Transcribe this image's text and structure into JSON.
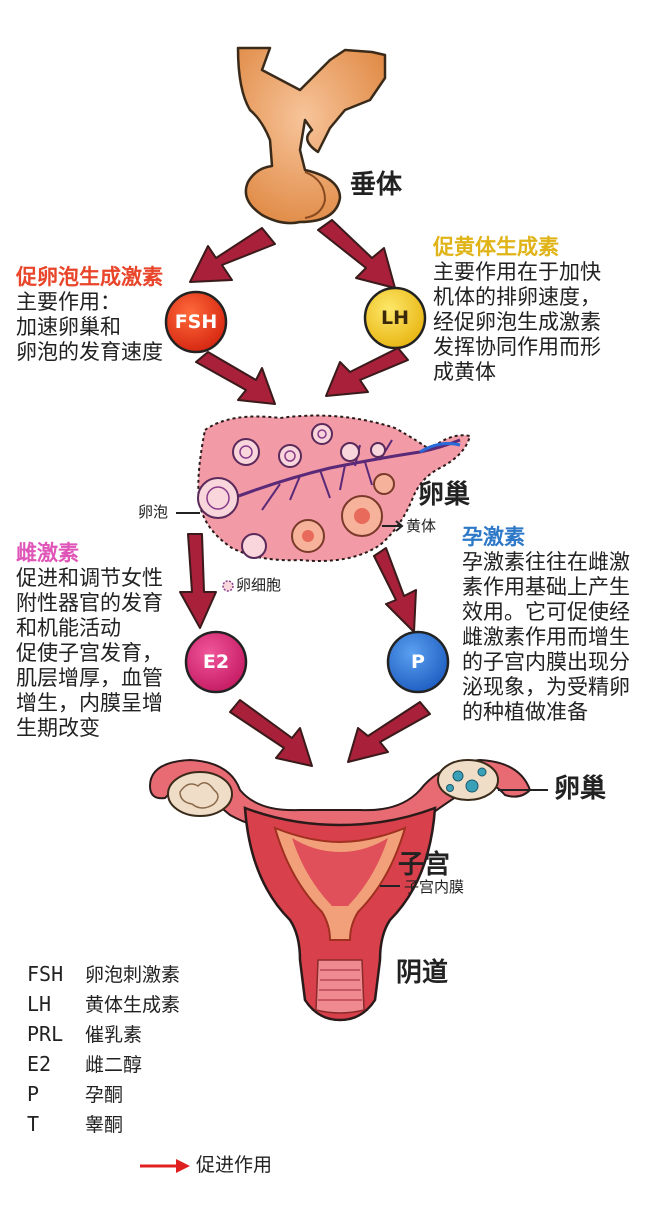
{
  "colors": {
    "fsh": "#e8381c",
    "lh": "#f2c81a",
    "e2": "#d8257a",
    "p": "#2c74d8",
    "title_fsh": "#e8452a",
    "title_lh": "#e0b418",
    "title_e2": "#e055b8",
    "title_p": "#2e78c8",
    "arrow": "#a8203a",
    "legend_arrow": "#e02020"
  },
  "organs": {
    "pituitary": "垂体",
    "ovary": "卵巢",
    "uterus": "子宫",
    "endometrium": "子宫内膜",
    "vagina": "阴道",
    "ovary_right": "卵巢"
  },
  "ovary_labels": {
    "follicle": "卵泡",
    "corpus_luteum": "黄体",
    "egg_cell": "卵细胞"
  },
  "hormones": {
    "fsh": "FSH",
    "lh": "LH",
    "e2": "E2",
    "p": "P"
  },
  "fsh_info": {
    "title": "促卵泡生成激素",
    "lines": [
      "主要作用：",
      "加速卵巢和",
      "卵泡的发育速度"
    ]
  },
  "lh_info": {
    "title": "促黄体生成素",
    "lines": [
      "主要作用在于加快",
      "机体的排卵速度，",
      "经促卵泡生成激素",
      "发挥协同作用而形",
      "成黄体"
    ]
  },
  "e2_info": {
    "title": "雌激素",
    "lines": [
      "促进和调节女性",
      "附性器官的发育",
      "和机能活动",
      "促使子宫发育，",
      "肌层增厚，血管",
      "增生，内膜呈增",
      "生期改变"
    ]
  },
  "p_info": {
    "title": "孕激素",
    "lines": [
      "孕激素往往在雌激",
      "素作用基础上产生",
      "效用。它可促使经",
      "雌激素作用而增生",
      "的子宫内膜出现分",
      "泌现象，为受精卵",
      "的种植做准备"
    ]
  },
  "legend": {
    "items": [
      {
        "abbr": "FSH",
        "name": "卵泡刺激素"
      },
      {
        "abbr": "LH",
        "name": "黄体生成素"
      },
      {
        "abbr": "PRL",
        "name": "催乳素"
      },
      {
        "abbr": "E2",
        "name": "雌二醇"
      },
      {
        "abbr": "P",
        "name": "孕酮"
      },
      {
        "abbr": "T",
        "name": "睾酮"
      }
    ],
    "arrow_label": "促进作用"
  }
}
